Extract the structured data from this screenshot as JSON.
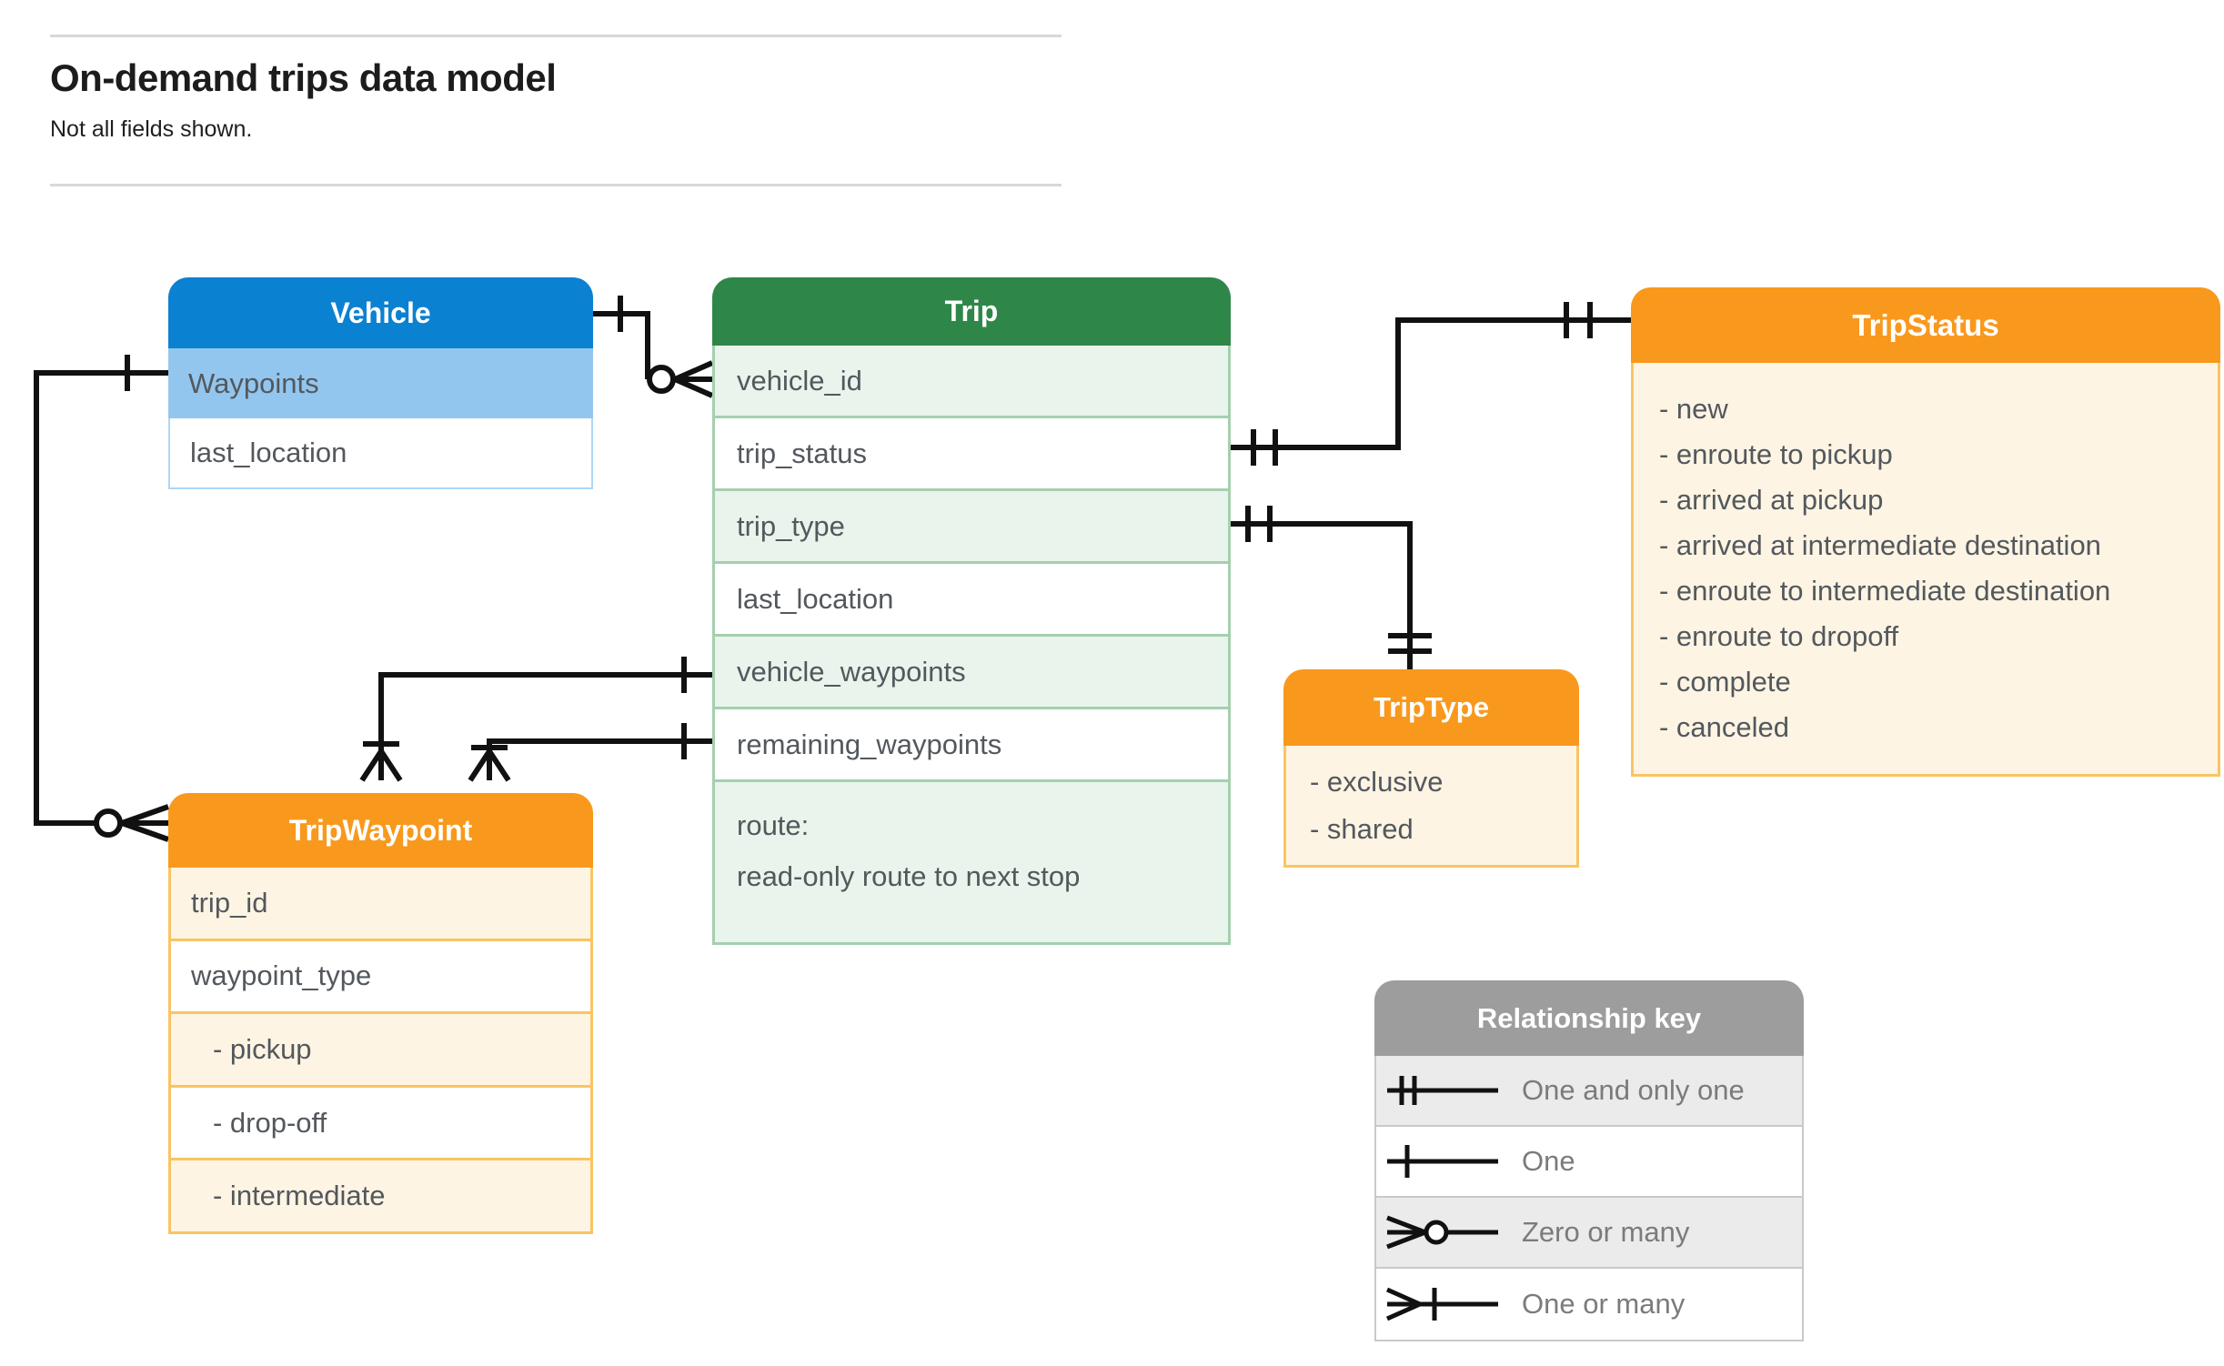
{
  "page": {
    "title": "On-demand trips data model",
    "subtitle": "Not all fields shown."
  },
  "tables": {
    "vehicle": {
      "title": "Vehicle",
      "rows": [
        "Waypoints",
        "last_location"
      ]
    },
    "trip": {
      "title": "Trip",
      "rows": [
        "vehicle_id",
        "trip_status",
        "trip_type",
        "last_location",
        "vehicle_waypoints",
        "remaining_waypoints"
      ],
      "route_row": {
        "line1": "route:",
        "line2": "read-only route to next stop"
      }
    },
    "trip_status": {
      "title": "TripStatus",
      "items": [
        "- new",
        "- enroute to pickup",
        "- arrived at pickup",
        "- arrived at intermediate destination",
        "- enroute to intermediate destination",
        "- enroute to dropoff",
        "- complete",
        "- canceled"
      ]
    },
    "trip_type": {
      "title": "TripType",
      "items": [
        "- exclusive",
        "- shared"
      ]
    },
    "trip_waypoint": {
      "title": "TripWaypoint",
      "rows": [
        "trip_id",
        "waypoint_type",
        "- pickup",
        "- drop-off",
        "- intermediate"
      ]
    }
  },
  "legend": {
    "title": "Relationship key",
    "items": [
      {
        "symbol": "one-and-only-one",
        "label": "One and only one"
      },
      {
        "symbol": "one",
        "label": "One"
      },
      {
        "symbol": "zero-or-many",
        "label": "Zero or many"
      },
      {
        "symbol": "one-or-many",
        "label": "One or many"
      }
    ]
  },
  "colors": {
    "vehicle_header": "#0b81d2",
    "vehicle_highlight_row": "#92c6ef",
    "trip_header": "#2e8749",
    "trip_row_tint": "#e9f4ec",
    "orange_header": "#f8991d",
    "orange_row_tint": "#fdf4e3",
    "key_header": "#9d9d9d",
    "key_row_tint": "#ebebeb",
    "connector": "#111111",
    "row_text": "#53585d",
    "key_label_text": "#7b7b7b"
  }
}
